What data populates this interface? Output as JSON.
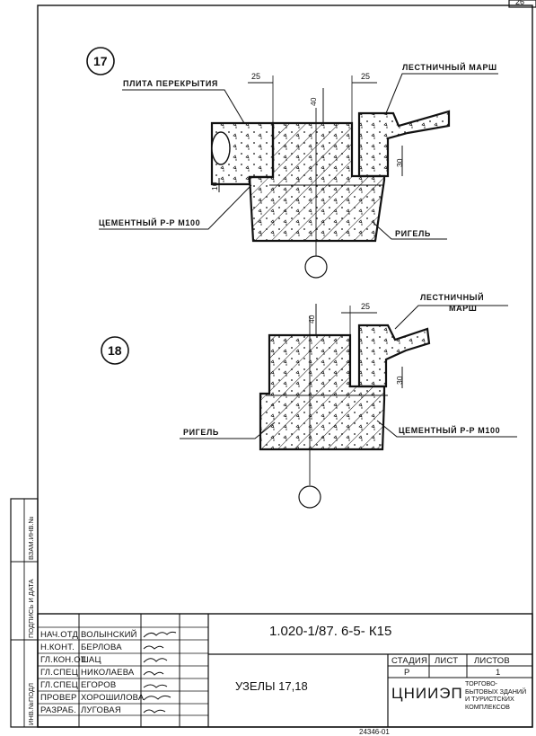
{
  "page_corner": "26",
  "node17": {
    "number": "17",
    "label_slab": "ПЛИТА ПЕРЕКРЫТИЯ",
    "label_stair": "ЛЕСТНИЧНЫЙ МАРШ",
    "label_mortar": "ЦЕМЕНТНЫЙ Р-Р М100",
    "label_beam": "РИГЕЛЬ",
    "dim_25a": "25",
    "dim_25b": "25",
    "dim_40": "40",
    "dim_30": "30",
    "dim_10": "10"
  },
  "node18": {
    "number": "18",
    "label_stair_1": "ЛЕСТНИЧНЫЙ",
    "label_stair_2": "МАРШ",
    "label_beam": "РИГЕЛЬ",
    "label_mortar": "ЦЕМЕНТНЫЙ Р-Р М100",
    "dim_40": "40",
    "dim_25": "25",
    "dim_30": "30"
  },
  "side_stamp": {
    "inv_orig": "ИНВ.№ПОДЛ",
    "sign_date": "ПОДПИСЬ И ДАТА",
    "inv_replace": "ВЗАМ.ИНВ.№"
  },
  "title_block": {
    "doc_code": "1.020-1/87. 6-5- К15",
    "title": "УЗЕЛЫ 17,18",
    "stage_header": "СТАДИЯ",
    "sheet_header": "ЛИСТ",
    "sheets_header": "ЛИСТОВ",
    "stage": "Р",
    "sheets": "1",
    "org_logo": "ЦНИИЭП",
    "org_desc": "ТОРГОВО-БЫТОВЫХ ЗДАНИЙ И ТУРИСТСКИХ КОМПЛЕКСОВ",
    "roles": [
      {
        "role": "НАЧ.ОТД",
        "name": "ВОЛЫНСКИЙ"
      },
      {
        "role": "Н.КОНТ.",
        "name": "БЕРЛОВА"
      },
      {
        "role": "ГЛ.КОН.ОТ",
        "name": "ШАЦ"
      },
      {
        "role": "ГЛ.СПЕЦ",
        "name": "НИКОЛАЕВА"
      },
      {
        "role": "ГЛ.СПЕЦ",
        "name": "ЕГОРОВ"
      },
      {
        "role": "ПРОВЕР",
        "name": "ХОРОШИЛОВА"
      },
      {
        "role": "РАЗРАБ.",
        "name": "ЛУГОВАЯ"
      }
    ],
    "archive_no": "24346-01"
  }
}
